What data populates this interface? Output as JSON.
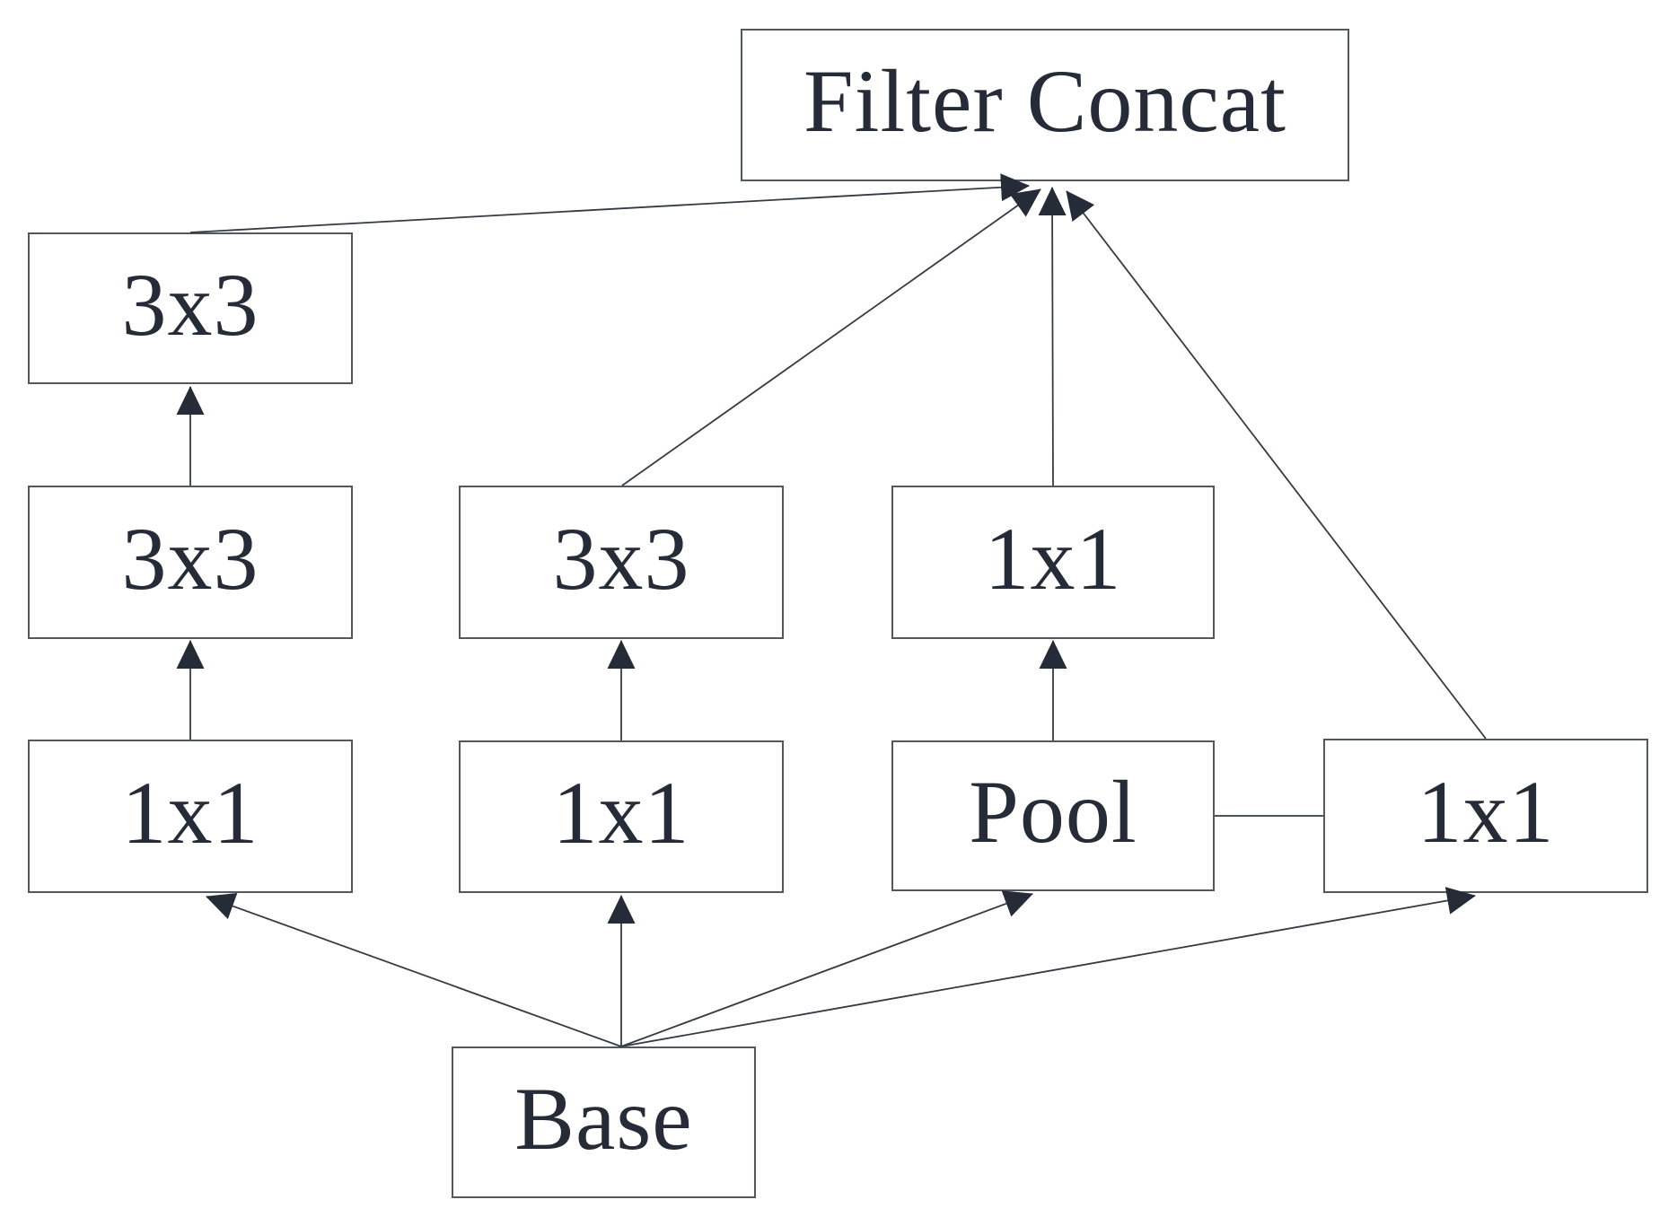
{
  "diagram": {
    "description": "Inception-style convolution module block diagram",
    "background_color": "#ffffff",
    "line_color": "#343b45",
    "border_color": "#53585f",
    "text_color": "#252b37",
    "arrow_color": "#262c37",
    "nodes": [
      {
        "id": "filter-concat",
        "label": "Filter Concat"
      },
      {
        "id": "conv3x3-b1-top",
        "label": "3x3"
      },
      {
        "id": "conv3x3-b1-mid",
        "label": "3x3"
      },
      {
        "id": "conv1x1-b1",
        "label": "1x1"
      },
      {
        "id": "conv3x3-b2",
        "label": "3x3"
      },
      {
        "id": "conv1x1-b2",
        "label": "1x1"
      },
      {
        "id": "conv1x1-b3",
        "label": "1x1"
      },
      {
        "id": "pool-b3",
        "label": "Pool"
      },
      {
        "id": "conv1x1-b4",
        "label": "1x1"
      },
      {
        "id": "base",
        "label": "Base"
      }
    ],
    "edges": [
      {
        "from": "base",
        "to": "conv1x1-b1",
        "arrow": true
      },
      {
        "from": "base",
        "to": "conv1x1-b2",
        "arrow": true
      },
      {
        "from": "base",
        "to": "pool-b3",
        "arrow": true
      },
      {
        "from": "base",
        "to": "conv1x1-b4",
        "arrow": true
      },
      {
        "from": "conv1x1-b1",
        "to": "conv3x3-b1-mid",
        "arrow": true
      },
      {
        "from": "conv3x3-b1-mid",
        "to": "conv3x3-b1-top",
        "arrow": true
      },
      {
        "from": "conv1x1-b2",
        "to": "conv3x3-b2",
        "arrow": true
      },
      {
        "from": "pool-b3",
        "to": "conv1x1-b3",
        "arrow": true
      },
      {
        "from": "pool-b3",
        "to": "conv1x1-b4",
        "arrow": false
      },
      {
        "from": "conv3x3-b1-top",
        "to": "filter-concat",
        "arrow": true
      },
      {
        "from": "conv3x3-b2",
        "to": "filter-concat",
        "arrow": true
      },
      {
        "from": "conv1x1-b3",
        "to": "filter-concat",
        "arrow": true
      },
      {
        "from": "conv1x1-b4",
        "to": "filter-concat",
        "arrow": true
      }
    ]
  }
}
